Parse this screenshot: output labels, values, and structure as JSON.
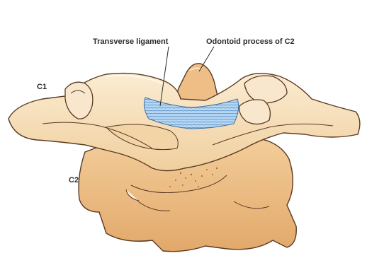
{
  "labels": {
    "transverse_ligament": "Transverse ligament",
    "odontoid_process": "Odontoid process of C2",
    "c1": "C1",
    "c2": "C2"
  },
  "colors": {
    "bone_light": "#f7e2c0",
    "bone_mid": "#eec08b",
    "bone_dark": "#d99a5e",
    "outline": "#5a3a22",
    "ligament": "#a9cff2",
    "ligament_stripe": "#5d93c9"
  }
}
